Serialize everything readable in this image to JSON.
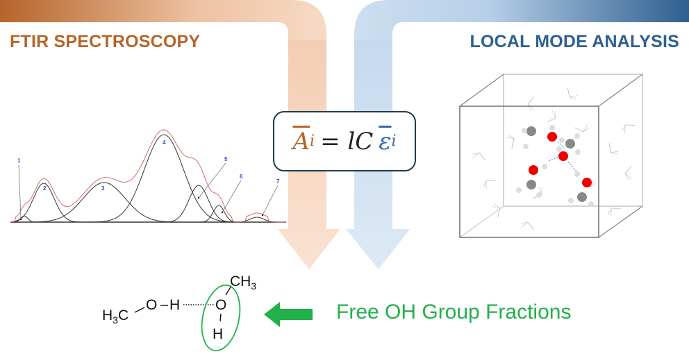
{
  "left_title": "FTIR SPECTROSCOPY",
  "right_title": "LOCAL MODE ANALYSIS",
  "equation": {
    "A": "A",
    "i1": "i",
    "middle": "= lC",
    "eps": "ε",
    "i2": "i"
  },
  "spectrum": {
    "peak_labels": [
      "1",
      "2",
      "3",
      "4",
      "5",
      "6",
      "7"
    ]
  },
  "molecule": {
    "left_group": "H",
    "left_sub": "3",
    "left_c": "C",
    "o1": "O",
    "h1": "H",
    "ch": "CH",
    "ch_sub": "3",
    "o2": "O",
    "h2": "H"
  },
  "result_label": "Free OH Group Fractions",
  "colors": {
    "brown": "#b5652a",
    "blue": "#2e5f8f",
    "green": "#22b04a",
    "box": "#1f3b4d"
  }
}
